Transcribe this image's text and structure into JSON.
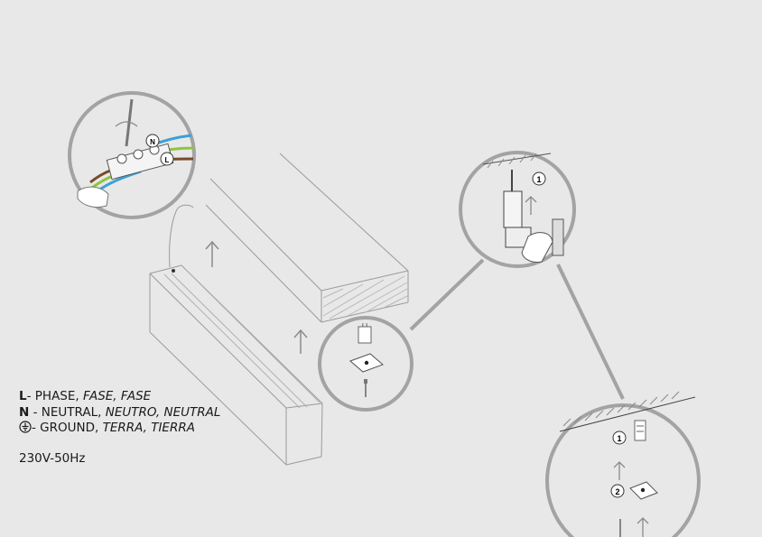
{
  "legend": {
    "phase_key": "L",
    "phase_sep": "- ",
    "phase_text": "PHASE, ",
    "phase_italic": "FASE, FASE",
    "neutral_key": "N",
    "neutral_sep": " - ",
    "neutral_text": "NEUTRAL, ",
    "neutral_italic": "NEUTRO, NEUTRAL",
    "ground_icon": "ground-symbol-icon",
    "ground_text": "- GROUND, ",
    "ground_italic": "TERRA, TIERRA"
  },
  "voltage": "230V-50Hz",
  "wiring_detail": {
    "label_n": "N",
    "label_l": "L"
  },
  "drill_detail": {
    "step": "1"
  },
  "mount_detail": {
    "step_1": "1",
    "step_2": "2"
  },
  "colors": {
    "background": "#e8e8e8",
    "callout_ring": "#a3a3a3",
    "line": "#9a9a9a",
    "wire_blue": "#3ba0d8",
    "wire_green": "#8cc63f",
    "wire_brown": "#7a4a2a"
  }
}
